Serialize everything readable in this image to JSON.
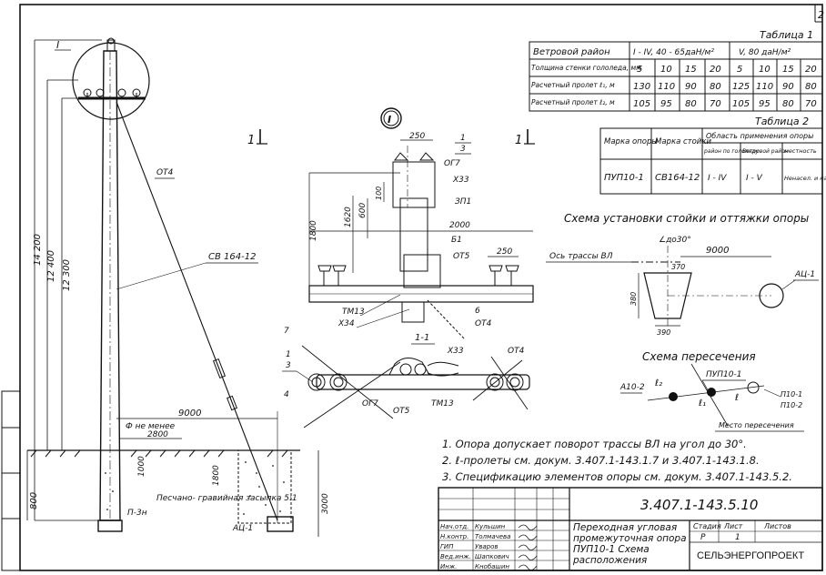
{
  "sheet": {
    "page_number": "2"
  },
  "table1": {
    "title": "Таблица 1",
    "rows": [
      {
        "label": "Ветровой район",
        "v1": "I - IV, 40 - 65даН/м²",
        "v2": "V, 80 даН/м²"
      },
      {
        "label": "Толщина стенки гололеда, мм",
        "values": [
          "5",
          "10",
          "15",
          "20",
          "5",
          "10",
          "15",
          "20"
        ]
      },
      {
        "label": "Расчетный пролет ℓ₁, м",
        "values": [
          "130",
          "110",
          "90",
          "80",
          "125",
          "110",
          "90",
          "80"
        ]
      },
      {
        "label": "Расчетный пролет ℓ₂, м",
        "values": [
          "105",
          "95",
          "80",
          "70",
          "105",
          "95",
          "80",
          "70"
        ]
      }
    ]
  },
  "table2": {
    "title": "Таблица 2",
    "headers": [
      "Марка опоры",
      "Марка стойки",
      "Область применения опоры",
      "район по гололеду",
      "Ветровой район",
      "местность"
    ],
    "row": [
      "ПУП10-1",
      "СВ164-12",
      "I - IV",
      "I - V",
      "Ненасел. и насел."
    ]
  },
  "elevation": {
    "section_marker": "I",
    "dims": [
      "14 200",
      "12 400",
      "12 300",
      "9000",
      "2800",
      "1000",
      "800",
      "1800",
      "3000"
    ],
    "labels": {
      "pole": "СВ 164-12",
      "guy": "ОТ4",
      "anchor": "АЦ-1",
      "plate": "П-3н",
      "min_text": "Ф не менее",
      "backfill": "Песчано- гравийная засыпка 5:1"
    }
  },
  "detail": {
    "view_label": "1",
    "dims": [
      "250",
      "1800",
      "1620",
      "600",
      "100",
      "2000",
      "250"
    ],
    "labels": [
      "1",
      "3",
      "ОГ7",
      "Х33",
      "ЗП1",
      "Б1",
      "ОТ5",
      "ТМ13",
      "Х34",
      "6",
      "ОТ4"
    ]
  },
  "plan": {
    "section": "1-1",
    "labels": [
      "7",
      "1",
      "3",
      "4",
      "Х33",
      "ОТ4",
      "ОГ7",
      "ОТ5",
      "ТМ13"
    ]
  },
  "scheme1": {
    "title": "Схема установки стойки и оттяжки опоры",
    "axis": "Ось трассы ВЛ",
    "angle": "∠до30°",
    "dims": [
      "9000",
      "370",
      "390",
      "380"
    ],
    "anchor": "АЦ-1"
  },
  "scheme2": {
    "title": "Схема пересечения",
    "labels": [
      "ПУП10-1",
      "А10-2",
      "ℓ₂",
      "ℓ₁",
      "ℓ",
      "П10-1",
      "П10-2",
      "Место пересечения"
    ]
  },
  "notes": [
    "1. Опора допускает поворот трассы ВЛ на угол до 30°.",
    "2. ℓ-пролеты см. докум. 3.407.1-143.1.7 и 3.407.1-143.1.8.",
    "3. Спецификацию элементов опоры см. докум. 3.407.1-143.5.2."
  ],
  "stamp": {
    "doc_code": "3.407.1-143.5.10",
    "title": "Переходная угловая промежуточная опора ПУП10-1 Схема расположения",
    "roles": [
      "Нач.отд.",
      "Н.контр.",
      "ГИП",
      "Вед.инж.",
      "Инж."
    ],
    "names": [
      "Кульшин",
      "Толмачева",
      "Уваров",
      "Шапкович",
      "Кнобашин"
    ],
    "stage_header": "Стадия",
    "sheet_header": "Лист",
    "sheets_header": "Листов",
    "stage": "Р",
    "sheet": "1",
    "org": "СЕЛЬЭНЕРГОПРОЕКТ"
  }
}
